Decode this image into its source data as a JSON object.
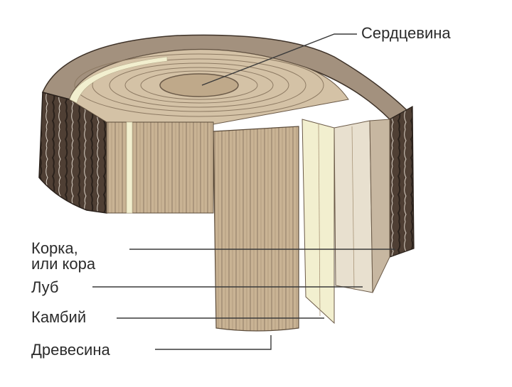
{
  "labels": {
    "pith": "Сердцевина",
    "bark_line1": "Корка,",
    "bark_line2": "или кора",
    "phloem": "Луб",
    "cambium": "Камбий",
    "wood": "Древесина"
  },
  "colors": {
    "bark": "#4f3f34",
    "bark_dark": "#2a211b",
    "wood": "#c9b394",
    "wood_grain": "#8d7a63",
    "wood_top": "#d4c2a6",
    "phloem": "#e8e0cf",
    "cambium": "#f2efcf",
    "label_text": "#2b2b2b",
    "leader_line": "#3a3a3a"
  }
}
